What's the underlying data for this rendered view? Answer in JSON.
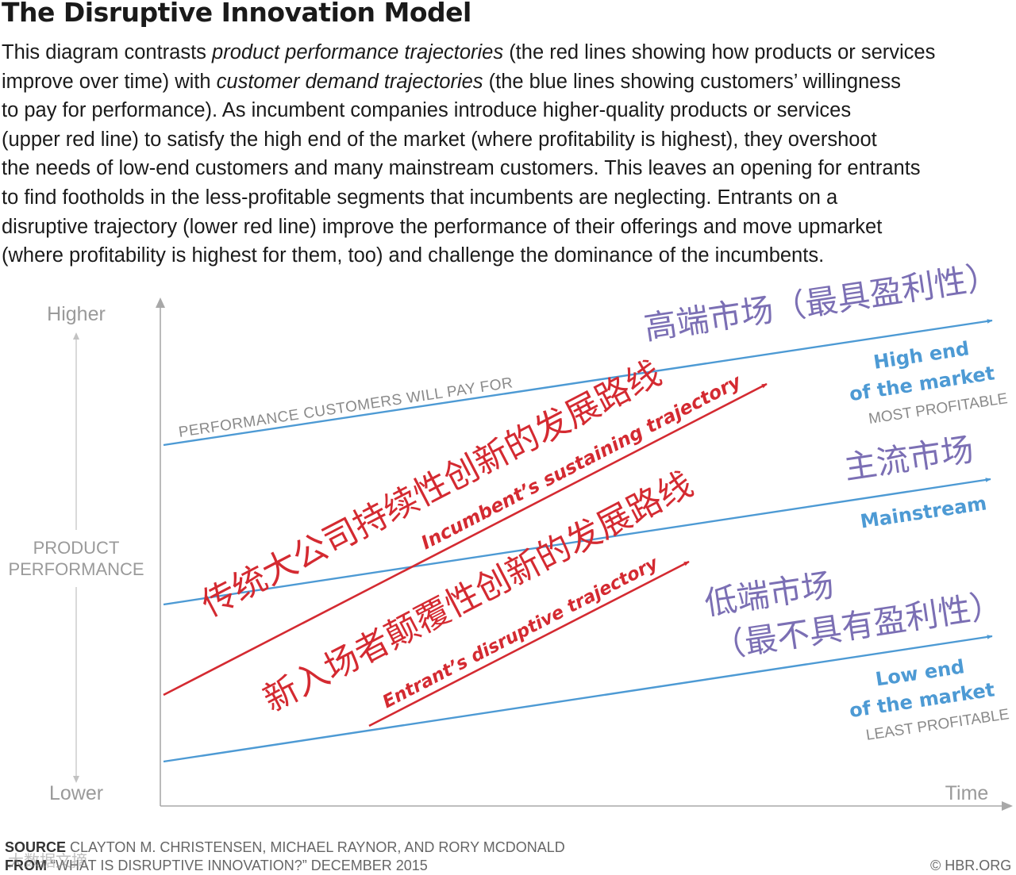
{
  "header": {
    "title": "The Disruptive Innovation Model"
  },
  "intro": {
    "l1_a": "This diagram contrasts ",
    "l1_em": "product performance trajectories",
    "l1_b": " (the red lines showing how products or services",
    "l2_a": "improve over time) with ",
    "l2_em": "customer demand trajectories",
    "l2_b": " (the blue lines showing customers’ willingness",
    "l3": "to pay for performance). As incumbent companies introduce higher-quality products or services",
    "l4": "(upper red line) to satisfy the high end of the market (where profitability is highest), they overshoot",
    "l5": "the needs of low-end customers and many mainstream customers. This leaves an opening for entrants",
    "l6": "to find footholds in the less-profitable segments that incumbents are neglecting. Entrants on a",
    "l7": "disruptive trajectory (lower red line) improve the performance of their offerings and move upmarket",
    "l8": "(where profitability is highest for them, too) and challenge the dominance of the incumbents."
  },
  "axes": {
    "y_high": "Higher",
    "y_low": "Lower",
    "y_label_1": "PRODUCT",
    "y_label_2": "PERFORMANCE",
    "x_label": "Time"
  },
  "lines": {
    "customer_demand": "PERFORMANCE CUSTOMERS WILL PAY FOR",
    "incumbent": "Incumbent’s sustaining trajectory",
    "entrant": "Entrant’s disruptive trajectory"
  },
  "markets": {
    "high_zh": "高端市场（最具盈利性）",
    "high_1": "High end",
    "high_2": "of the market",
    "high_note": "MOST PROFITABLE",
    "main_zh": "主流市场",
    "main": "Mainstream",
    "low_zh_1": "低端市场",
    "low_zh_2": "（最不具有盈利性）",
    "low_1": "Low end",
    "low_2": "of the market",
    "low_note": "LEAST PROFITABLE"
  },
  "annotations": {
    "incumbent_zh": "传统大公司持续性创新的发展路线",
    "entrant_zh": "新入场者颠覆性创新的发展路线"
  },
  "footer": {
    "source_label": "SOURCE",
    "source_text": "CLAYTON M. CHRISTENSEN, MICHAEL RAYNOR, AND RORY MCDONALD",
    "from_label": "FROM",
    "from_text": "“WHAT IS DISRUPTIVE INNOVATION?” DECEMBER 2015",
    "credit": "© HBR.ORG",
    "watermark": "大数据文摘"
  },
  "colors": {
    "blue": "#4d9ad4",
    "red": "#d42a31",
    "purple": "#7b6fb4",
    "gray": "#8a8a8a"
  }
}
